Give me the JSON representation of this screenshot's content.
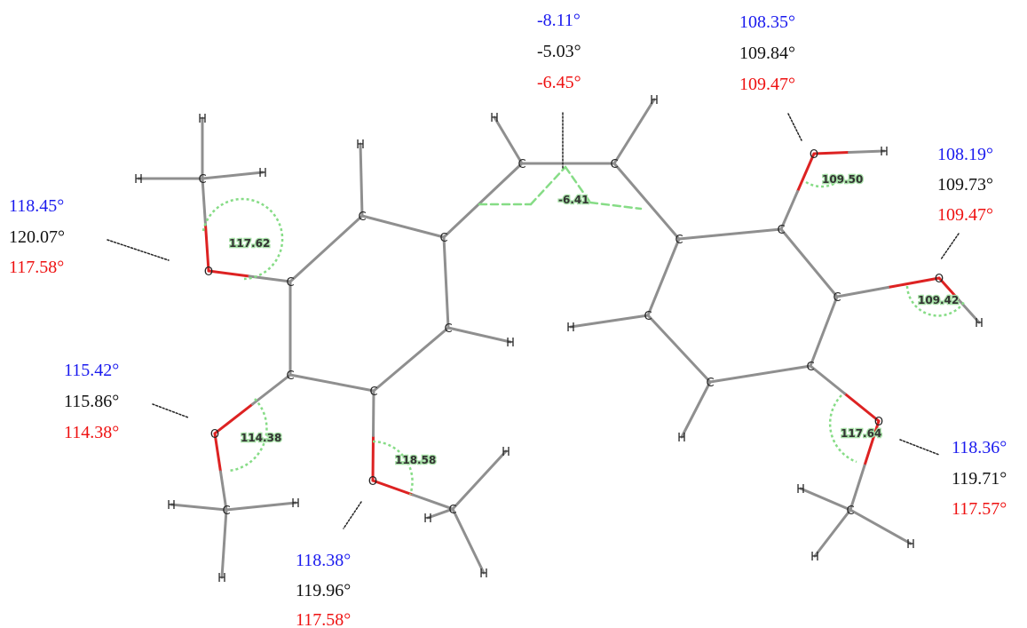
{
  "colors": {
    "blue": "#1a1aee",
    "black": "#111111",
    "red": "#ee1111",
    "bond": "#8f8f8f",
    "oxygen_bond": "#dd2222",
    "angle_arc": "#86dc86"
  },
  "atoms": {
    "C1": "C",
    "C2": "C",
    "C3": "C",
    "C4": "C",
    "C5": "C",
    "C6": "C",
    "H2": "H",
    "H5": "H",
    "O1": "O",
    "Cm1": "C",
    "Hm1a": "H",
    "Hm1b": "H",
    "Hm1c": "H",
    "O2": "O",
    "Cm2": "C",
    "Hm2a": "H",
    "Hm2b": "H",
    "Hm2c": "H",
    "O3": "O",
    "Cm3": "C",
    "Hm3a": "H",
    "Hm3b": "H",
    "Hm3c": "H",
    "Ca": "C",
    "Cb": "C",
    "Ha": "H",
    "Hb": "H",
    "D1": "C",
    "D2": "C",
    "D3": "C",
    "D4": "C",
    "D5": "C",
    "D6": "C",
    "HD5": "H",
    "HD6": "H",
    "O4": "O",
    "HO4": "H",
    "O5": "O",
    "HO5": "H",
    "O6": "O",
    "Cm6": "C",
    "Hm6a": "H",
    "Hm6b": "H",
    "Hm6c": "H"
  },
  "angles": {
    "a1": "117.62",
    "a2": "114.38",
    "a3": "118.58",
    "dih": "-6.41",
    "a4": "109.50",
    "a5": "109.42",
    "a6": "117.64"
  },
  "annotations": {
    "top": {
      "blue": "-8.11°",
      "black": "-5.03°",
      "red": "-6.45°"
    },
    "oh1": {
      "blue": "108.35°",
      "black": "109.84°",
      "red": "109.47°"
    },
    "oh2": {
      "blue": "108.19°",
      "black": "109.73°",
      "red": "109.47°"
    },
    "ome_left_top": {
      "blue": "118.45°",
      "black": "120.07°",
      "red": "117.58°"
    },
    "ome_left_mid": {
      "blue": "115.42°",
      "black": "115.86°",
      "red": "114.38°"
    },
    "ome_left_bot": {
      "blue": "118.38°",
      "black": "119.96°",
      "red": "117.58°"
    },
    "ome_right": {
      "blue": "118.36°",
      "black": "119.71°",
      "red": "117.57°"
    }
  }
}
